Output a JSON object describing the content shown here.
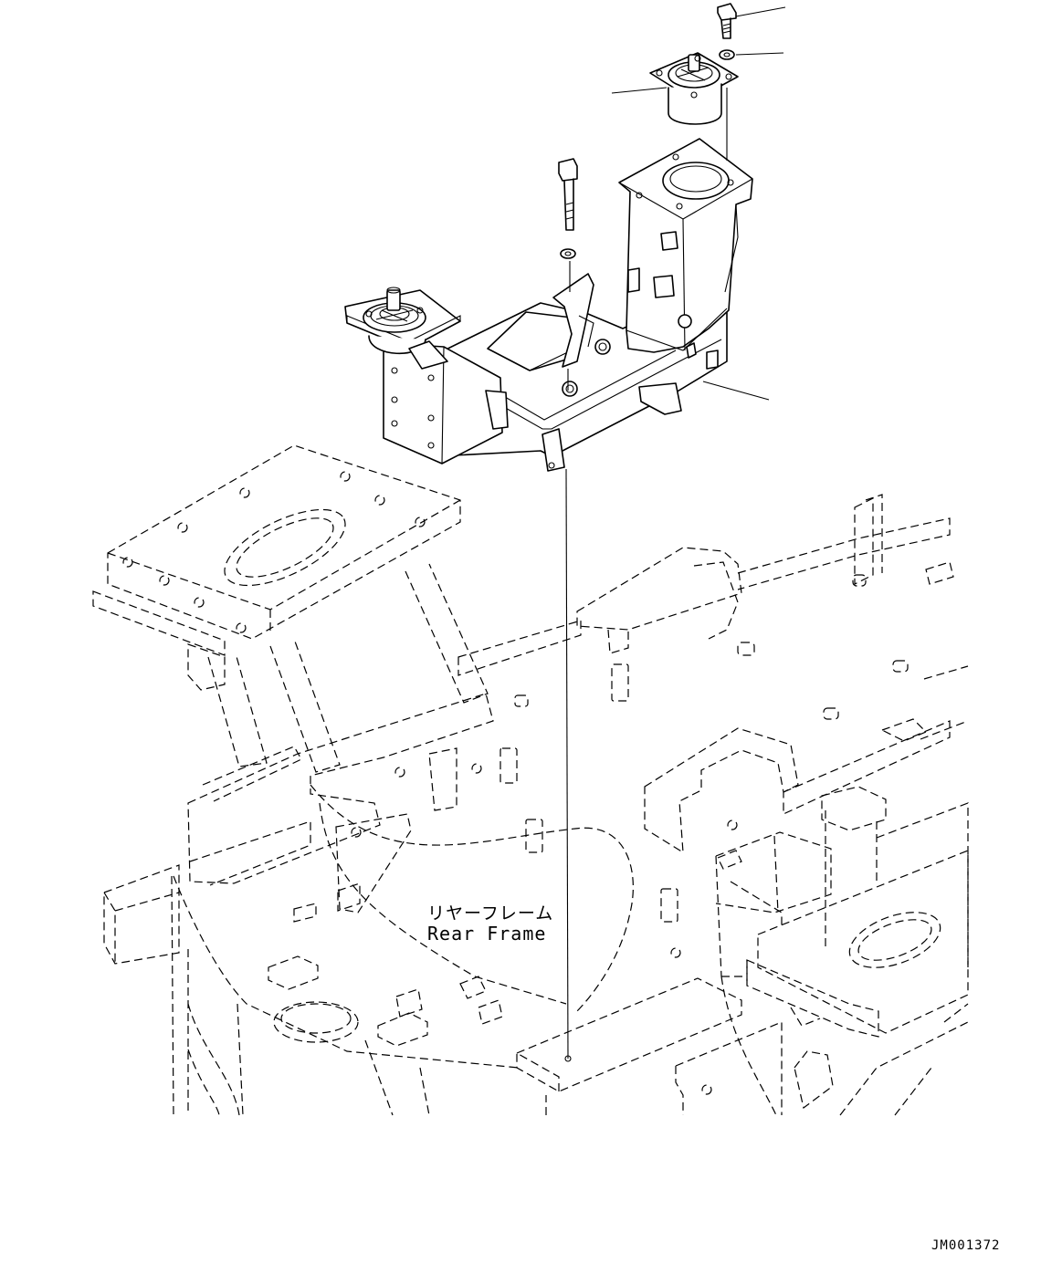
{
  "labels": {
    "part_name_jp": "リヤーフレーム",
    "part_name_en": "Rear Frame"
  },
  "drawing_code": "JM001372",
  "colors": {
    "line": "#000000",
    "background": "#ffffff"
  }
}
